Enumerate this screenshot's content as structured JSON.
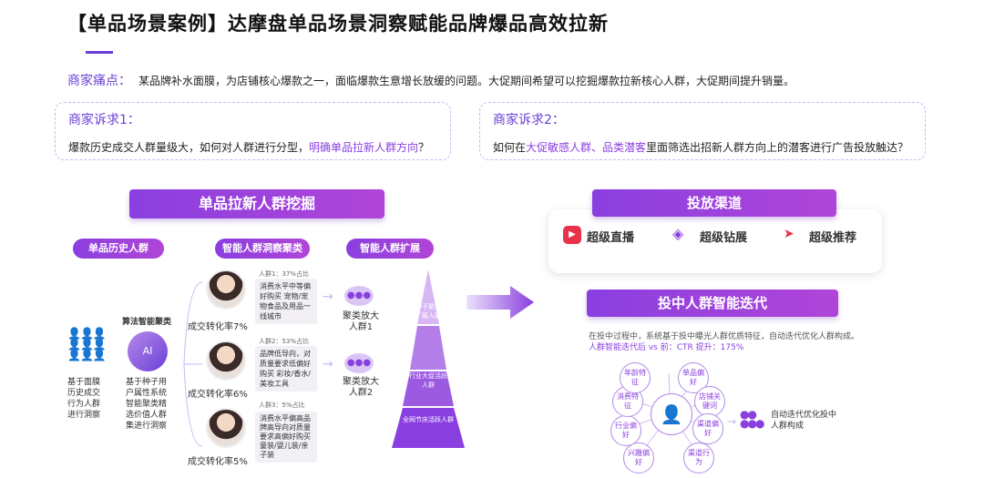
{
  "title": "【单品场景案例】达摩盘单品场景洞察赋能品牌爆品高效拉新",
  "pain": {
    "label": "商家痛点：",
    "text": "某品牌补水面膜，为店铺核心爆款之一，面临爆款生意增长放缓的问题。大促期间希望可以挖掘爆款拉新核心人群，大促期间提升销量。"
  },
  "demand1": {
    "title": "商家诉求1：",
    "text_before": "爆款历史成交人群量级大，如何对人群进行分型，",
    "text_highlight": "明确单品拉新人群方向",
    "text_after": "？"
  },
  "demand2": {
    "title": "商家诉求2：",
    "text_before": "如何在",
    "text_highlight": "大促敏感人群、品类潜客",
    "text_after": "里面筛选出招新人群方向上的潜客进行广告投放触达？"
  },
  "left": {
    "banner": "单品拉新人群挖掘",
    "pill1": "单品历史人群",
    "pill2": "智能人群洞察聚类",
    "pill3": "智能人群扩展",
    "base_text": "基于面膜历史成交行为人群进行洞察",
    "algo_label": "算法智能聚类",
    "algo_text": "基于种子用户属性系统智能聚类精选价值人群集进行洞察",
    "groups": [
      {
        "share": "人群1：37%占比",
        "desc": "消费水平中等偏好购买 宠物/宠物食品及用品一线城市",
        "conv": "成交转化率7%"
      },
      {
        "share": "人群2：53%占比",
        "desc": "品牌低导向，对质量要求低偏好购买 彩妆/香水/美妆工具",
        "conv": "成交转化率6%"
      },
      {
        "share": "人群3：5%占比",
        "desc": "消费水平偏高品牌高导向对质量要求高偏好购买 童装/婴儿装/亲子装",
        "conv": "成交转化率5%"
      }
    ],
    "cluster1": "聚类放大人群1",
    "cluster2": "聚类放大人群2",
    "pyramid": [
      "种子聚类扩展人群",
      "行业大促活跃人群",
      "全网节庆活跃人群"
    ]
  },
  "right": {
    "banner1": "投放渠道",
    "channels": [
      "超级直播",
      "超级钻展",
      "超级推荐"
    ],
    "banner2": "投中人群智能迭代",
    "desc1": "在投中过程中，系统基于投中曝光人群优质特征，自动迭代优化人群构成。",
    "desc2": "人群智能迭代后 vs 前：CTR 提升：175%",
    "nodes": [
      "单品偏好",
      "店铺关键词",
      "渠道偏好",
      "渠道行为",
      "兴趣偏好",
      "行业偏好",
      "消费特征",
      "年龄特征"
    ],
    "result": "自动迭代优化投中人群构成"
  }
}
